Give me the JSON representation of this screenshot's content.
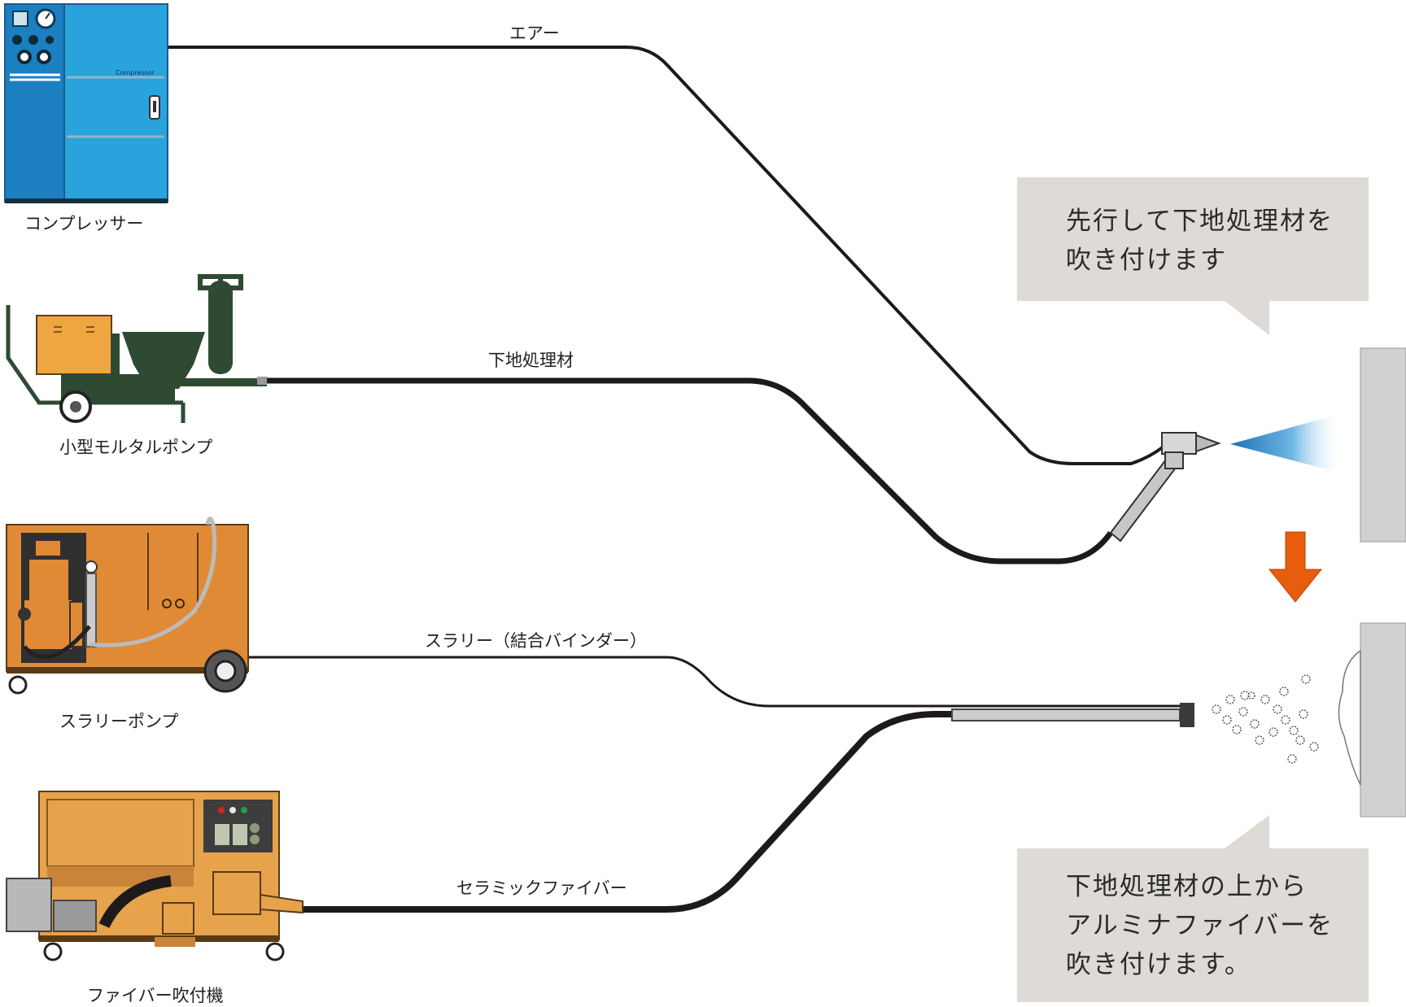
{
  "equipment": {
    "compressor_label": "コンプレッサー",
    "compressor_brand": "Compressor",
    "mortar_pump_label": "小型モルタルポンプ",
    "slurry_pump_label": "スラリーポンプ",
    "fiber_machine_label": "ファイバー吹付機"
  },
  "hoses": {
    "air_label": "エアー",
    "primer_label": "下地処理材",
    "slurry_label": "スラリー（結合バインダー）",
    "fiber_label": "セラミックファイバー"
  },
  "callouts": {
    "step1_line1": "先行して下地処理材を",
    "step1_line2": "吹き付けます",
    "step2_line1": "下地処理材の上から",
    "step2_line2": "アルミナファイバーを",
    "step2_line3": "吹き付けます。"
  },
  "colors": {
    "compressor_blue": "#29a3dc",
    "compressor_dark_blue": "#1c7fc0",
    "pump_orange": "#f0a640",
    "slurry_orange": "#e08a36",
    "fiber_orange": "#e7a24c",
    "machine_green": "#2f4a32",
    "arrow_orange": "#e85c0d",
    "callout_bg": "#dedad6",
    "wall_gray": "#d1d1d1"
  }
}
